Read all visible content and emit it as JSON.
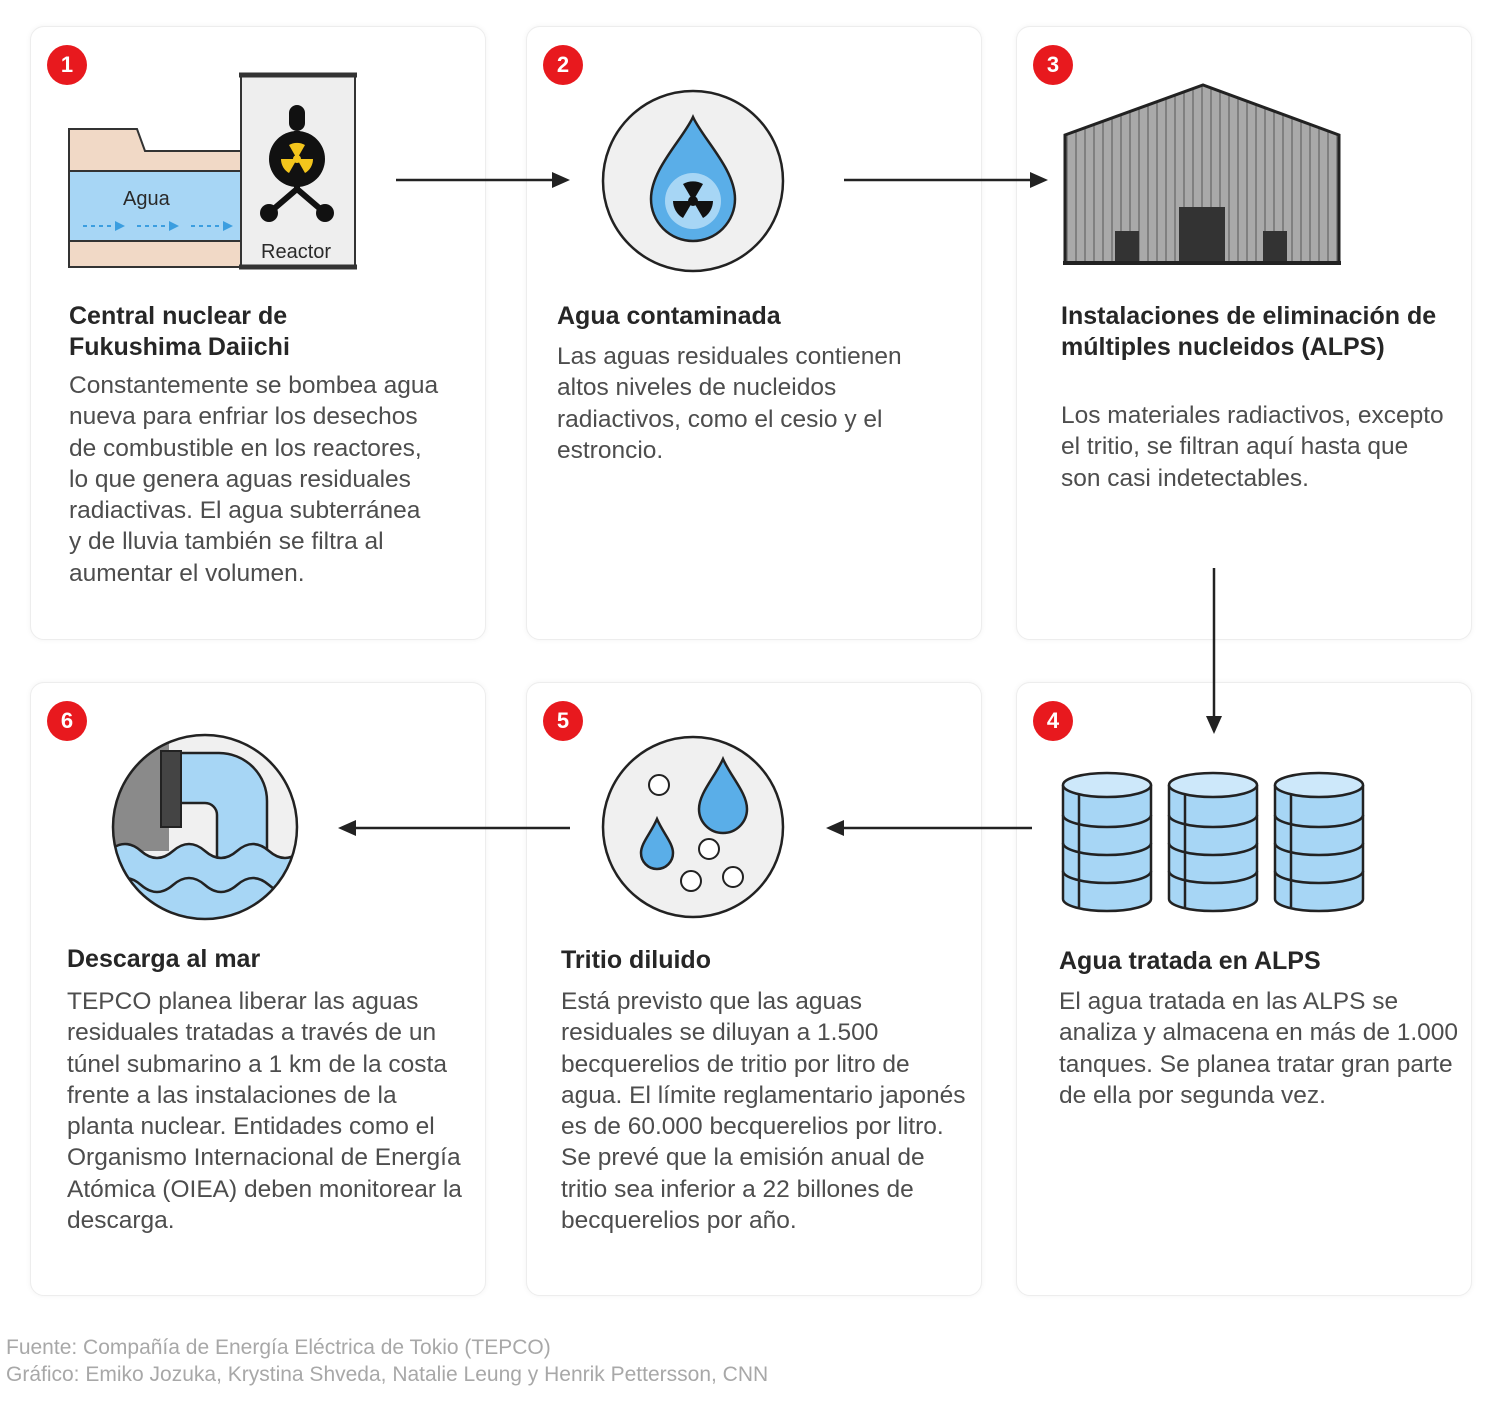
{
  "colors": {
    "badge": "#e8191e",
    "water_blue": "#a7d6f5",
    "water_mid": "#5aaee8",
    "outline": "#222222",
    "beige": "#f1d9c6",
    "circle_bg": "#f0f0f0",
    "warehouse": "#a9a9a9"
  },
  "steps": [
    {
      "number": "1",
      "icon": "reactor-building-icon",
      "labels": {
        "water": "Agua",
        "reactor": "Reactor"
      },
      "title": "Central nuclear de Fukushima Daiichi",
      "text": "Constantemente se bombea agua nueva para enfriar los desechos de combustible en los reactores, lo que genera aguas residuales radiactivas. El agua subterránea y de lluvia también se filtra al aumentar el volumen."
    },
    {
      "number": "2",
      "icon": "radioactive-water-drop-icon",
      "title": "Agua contaminada",
      "text": "Las aguas residuales contienen altos niveles de nucleidos radiactivos, como el cesio y el estroncio."
    },
    {
      "number": "3",
      "icon": "warehouse-icon",
      "title": "Instalaciones de eliminación de múltiples nucleidos (ALPS)",
      "text": "Los materiales radiactivos, excepto el tritio, se filtran aquí hasta que son casi indetectables."
    },
    {
      "number": "4",
      "icon": "water-tanks-icon",
      "title": "Agua tratada en ALPS",
      "text": "El agua tratada en las ALPS se analiza y almacena en más de 1.000 tanques. Se planea tratar gran parte de ella por segunda vez."
    },
    {
      "number": "5",
      "icon": "diluted-drops-icon",
      "title": "Tritio diluido",
      "text": "Está previsto que las aguas residuales se diluyan a 1.500 becquerelios de tritio por litro de agua. El límite reglamentario japonés es de 60.000 becquerelios por litro. Se prevé que la emisión anual de tritio sea inferior a 22 billones de becquerelios por año."
    },
    {
      "number": "6",
      "icon": "sea-discharge-pipe-icon",
      "title": "Descarga al mar",
      "text": "TEPCO planea liberar las aguas residuales tratadas a través de un túnel submarino a 1 km de la costa frente a las instalaciones de la planta nuclear. Entidades como el Organismo Internacional de Energía Atómica (OIEA) deben monitorear la descarga."
    }
  ],
  "footer": {
    "source": "Fuente: Compañía de Energía Eléctrica de Tokio (TEPCO)",
    "credits": "Gráfico: Emiko Jozuka, Krystina Shveda, Natalie Leung y Henrik Pettersson, CNN"
  }
}
